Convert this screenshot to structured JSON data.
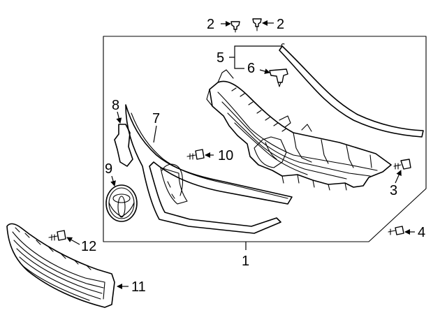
{
  "callouts": {
    "c1": "1",
    "c2a": "2",
    "c2b": "2",
    "c3": "3",
    "c4": "4",
    "c5": "5",
    "c6": "6",
    "c7": "7",
    "c8": "8",
    "c9": "9",
    "c10": "10",
    "c11": "11",
    "c12": "12"
  },
  "colors": {
    "line": "#000000",
    "background": "#ffffff"
  }
}
